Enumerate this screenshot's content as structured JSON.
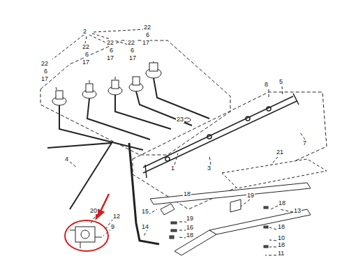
{
  "diagram": {
    "labels": [
      "2",
      "22",
      "6",
      "17",
      "22",
      "6",
      "17",
      "22",
      "6",
      "17",
      "22",
      "6",
      "17",
      "22",
      "6",
      "17",
      "8",
      "5",
      "23",
      "7",
      "21",
      "4",
      "1",
      "3",
      "18",
      "19",
      "18",
      "13",
      "20",
      "12",
      "9",
      "15",
      "19",
      "16",
      "18",
      "14",
      "18",
      "10",
      "18",
      "11"
    ]
  }
}
